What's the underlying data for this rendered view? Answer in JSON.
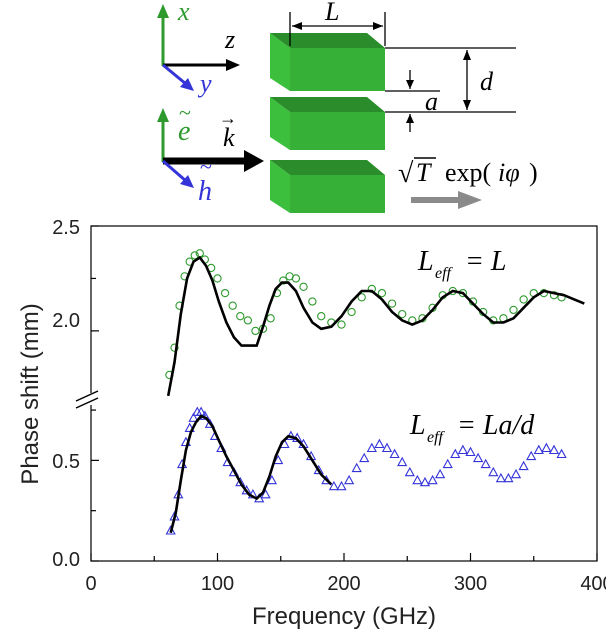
{
  "diagram": {
    "axes": {
      "x": "x",
      "y": "y",
      "z": "z"
    },
    "fields": {
      "e": "e",
      "h": "h",
      "k": "k"
    },
    "dims": {
      "L": "L",
      "a": "a",
      "d": "d"
    },
    "transmission": {
      "sqrt": "√",
      "T": "T",
      "exp": "exp(",
      "phi": "iφ",
      "close": ")"
    }
  },
  "chart_data": {
    "type": "line",
    "xlabel": "Frequency (GHz)",
    "ylabel": "Phase shift (mm)",
    "x_ticks": [
      "0",
      "100",
      "200",
      "300",
      "400"
    ],
    "upper_y_ticks": [
      "2.0",
      "2.5"
    ],
    "lower_y_ticks": [
      "0.0",
      "0.5"
    ],
    "xlim": [
      0,
      400
    ],
    "upper_ylim": [
      1.68,
      2.5
    ],
    "lower_ylim": [
      0.0,
      0.8
    ],
    "axis_break": true,
    "annotations": {
      "upper": {
        "L": "L",
        "sub": "eff",
        "rhs": " = L"
      },
      "lower": {
        "L": "L",
        "sub": "eff",
        "rhs": " = La/d"
      }
    },
    "colors": {
      "upper_markers": "#2e9a2e",
      "lower_markers": "#3434d8",
      "fit": "#000000",
      "blocks": "#3cbf3c"
    },
    "series": [
      {
        "marker": "circle-open",
        "panel": "upper",
        "x": [
          62,
          66,
          70,
          74,
          78,
          82,
          86,
          90,
          95,
          100,
          106,
          112,
          118,
          124,
          130,
          136,
          142,
          147,
          152,
          157,
          162,
          168,
          175,
          182,
          190,
          198,
          206,
          214,
          222,
          230,
          238,
          246,
          254,
          262,
          270,
          278,
          286,
          294,
          302,
          310,
          318,
          326,
          334,
          342,
          350,
          358,
          366,
          372
        ],
        "y": [
          1.79,
          1.92,
          2.12,
          2.26,
          2.33,
          2.36,
          2.37,
          2.34,
          2.3,
          2.25,
          2.18,
          2.12,
          2.07,
          2.05,
          2.0,
          2.01,
          2.06,
          2.18,
          2.24,
          2.26,
          2.25,
          2.21,
          2.14,
          2.07,
          2.04,
          2.03,
          2.09,
          2.16,
          2.2,
          2.18,
          2.13,
          2.08,
          2.05,
          2.06,
          2.11,
          2.17,
          2.19,
          2.18,
          2.14,
          2.09,
          2.05,
          2.06,
          2.1,
          2.15,
          2.18,
          2.18,
          2.17,
          2.16
        ]
      },
      {
        "marker": "line",
        "panel": "upper",
        "x": [
          61,
          66,
          71,
          76,
          81,
          86,
          91,
          96,
          101,
          107,
          113,
          119,
          125,
          131,
          136,
          141,
          146,
          151,
          156,
          162,
          168,
          175,
          182,
          190,
          198,
          206,
          214,
          222,
          230,
          238,
          246,
          254,
          262,
          270,
          278,
          286,
          294,
          302,
          310,
          318,
          326,
          334,
          342,
          350,
          358,
          366,
          374,
          382,
          390
        ],
        "y": [
          1.69,
          1.85,
          2.08,
          2.25,
          2.33,
          2.35,
          2.31,
          2.24,
          2.14,
          2.04,
          1.97,
          1.93,
          1.93,
          1.93,
          2.02,
          2.12,
          2.2,
          2.23,
          2.23,
          2.19,
          2.11,
          2.04,
          2.01,
          2.02,
          2.07,
          2.14,
          2.19,
          2.19,
          2.15,
          2.09,
          2.05,
          2.03,
          2.05,
          2.1,
          2.16,
          2.19,
          2.18,
          2.13,
          2.08,
          2.04,
          2.04,
          2.06,
          2.11,
          2.16,
          2.19,
          2.18,
          2.17,
          2.15,
          2.13
        ]
      },
      {
        "marker": "triangle-open",
        "panel": "lower",
        "x": [
          63,
          66,
          69,
          72,
          75,
          78,
          81,
          84,
          87,
          90,
          94,
          98,
          103,
          108,
          113,
          118,
          123,
          128,
          133,
          138,
          143,
          148,
          153,
          158,
          163,
          168,
          174,
          180,
          186,
          192,
          198,
          204,
          210,
          216,
          222,
          228,
          234,
          240,
          246,
          252,
          258,
          264,
          270,
          276,
          282,
          288,
          294,
          300,
          306,
          312,
          318,
          324,
          330,
          336,
          342,
          348,
          354,
          360,
          366,
          372
        ],
        "y": [
          0.15,
          0.22,
          0.33,
          0.48,
          0.59,
          0.66,
          0.71,
          0.74,
          0.74,
          0.72,
          0.68,
          0.62,
          0.56,
          0.49,
          0.44,
          0.39,
          0.35,
          0.33,
          0.31,
          0.33,
          0.4,
          0.5,
          0.58,
          0.62,
          0.61,
          0.58,
          0.52,
          0.45,
          0.4,
          0.37,
          0.37,
          0.4,
          0.46,
          0.51,
          0.56,
          0.58,
          0.56,
          0.53,
          0.49,
          0.44,
          0.4,
          0.39,
          0.4,
          0.43,
          0.48,
          0.53,
          0.55,
          0.54,
          0.51,
          0.48,
          0.44,
          0.41,
          0.41,
          0.43,
          0.47,
          0.52,
          0.55,
          0.56,
          0.55,
          0.53
        ]
      },
      {
        "marker": "line",
        "panel": "lower",
        "x": [
          63,
          67,
          71,
          75,
          79,
          83,
          87,
          91,
          96,
          101,
          107,
          113,
          119,
          125,
          131,
          136,
          141,
          146,
          151,
          156,
          162,
          168,
          175,
          182,
          190
        ],
        "y": [
          0.14,
          0.24,
          0.4,
          0.55,
          0.64,
          0.69,
          0.72,
          0.71,
          0.67,
          0.6,
          0.52,
          0.45,
          0.38,
          0.33,
          0.31,
          0.34,
          0.42,
          0.52,
          0.59,
          0.62,
          0.61,
          0.57,
          0.5,
          0.43,
          0.38
        ]
      }
    ]
  }
}
